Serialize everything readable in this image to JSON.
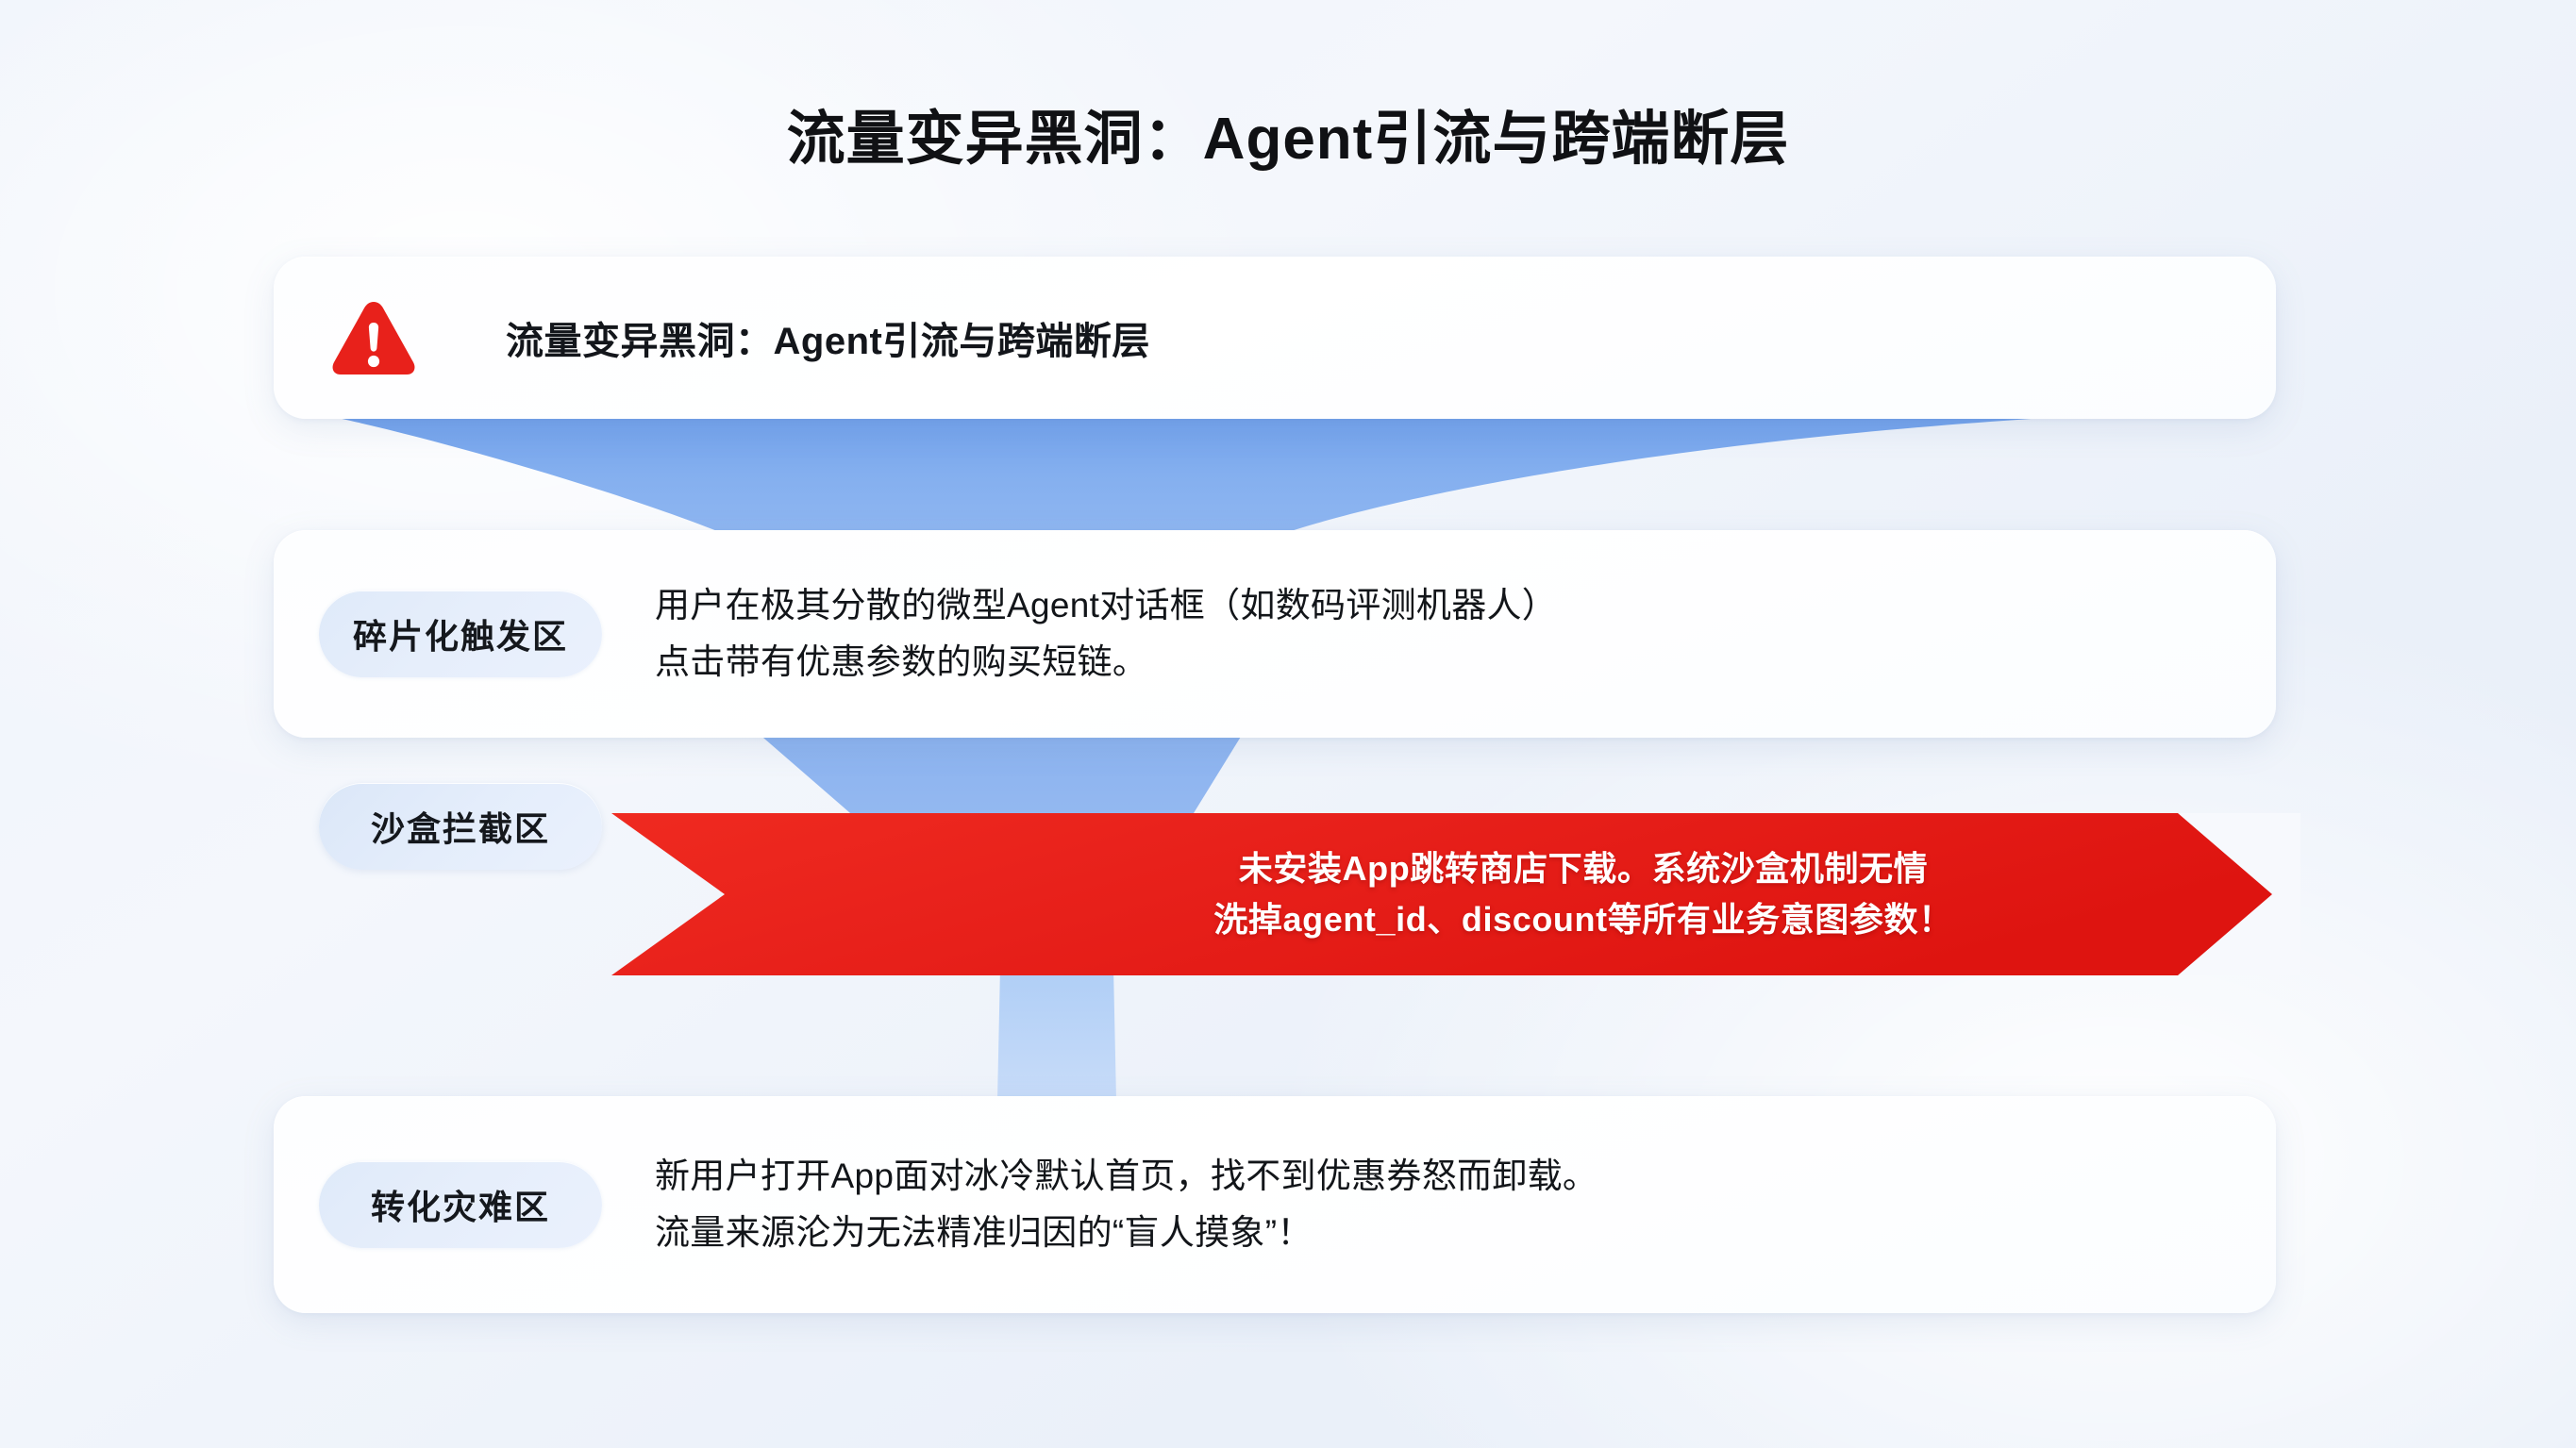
{
  "page": {
    "title": "流量变异黑洞：Agent引流与跨端断层"
  },
  "header_card": {
    "icon": "warning-triangle-icon",
    "text": "流量变异黑洞：Agent引流与跨端断层"
  },
  "stages": [
    {
      "label": "碎片化触发区",
      "lines": [
        "用户在极其分散的微型Agent对话框（如数码评测机器人）",
        "点击带有优惠参数的购买短链。"
      ]
    },
    {
      "label": "沙盒拦截区",
      "lines": [
        "未安装App跳转商店下载。系统沙盒机制无情",
        "洗掉agent_id、discount等所有业务意图参数！"
      ]
    },
    {
      "label": "转化灾难区",
      "lines": [
        "新用户打开App面对冰冷默认首页，找不到优惠券怒而卸载。",
        "流量来源沦为无法精准归因的“盲人摸象”！"
      ]
    }
  ],
  "colors": {
    "funnel_blue_top": "#7FA9EE",
    "funnel_blue_mid": "#8FB6F0",
    "funnel_blue_low": "#BBD4F7",
    "alert_red": "#E8211B",
    "alert_red_dark": "#D31410",
    "title_text": "#101114",
    "pill_bg": "#E3ECFB",
    "background": "#EEF3FB"
  }
}
